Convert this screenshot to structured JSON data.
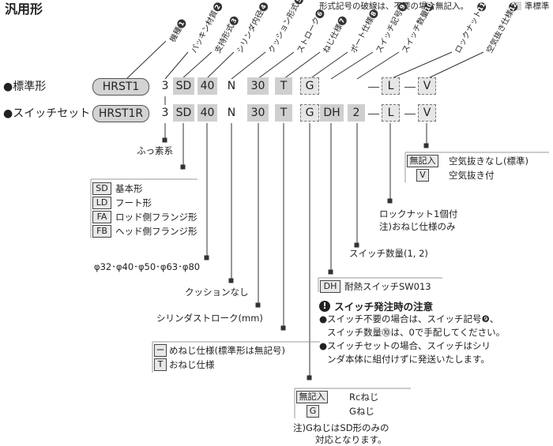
{
  "title": "汎用形",
  "note": "形式記号の破線は、不要の場合無記入。",
  "legend": "準標準",
  "headers": [
    {
      "label": "機種",
      "num": "1"
    },
    {
      "label": "パッキン材質",
      "num": "2"
    },
    {
      "label": "支持形式",
      "num": "3"
    },
    {
      "label": "シリンダ内径",
      "num": "4"
    },
    {
      "label": "クッション形式",
      "num": "5"
    },
    {
      "label": "ストローク",
      "num": "6"
    },
    {
      "label": "ねじ仕様",
      "num": "7"
    },
    {
      "label": "ポート仕様",
      "num": "8"
    },
    {
      "label": "スイッチ記号",
      "num": "9"
    },
    {
      "label": "スイッチ数量",
      "num": "10"
    },
    {
      "label": "ロックナット",
      "num": "11"
    },
    {
      "label": "空気抜き仕様",
      "num": "12"
    }
  ],
  "rows": [
    {
      "label": "●標準形",
      "model": "HRST1",
      "packing": "3",
      "support": "SD",
      "bore": "40",
      "cushion": "N",
      "stroke": "30",
      "thread": "T",
      "port": "G",
      "switch": "",
      "qty": "",
      "locknut": "L",
      "air": "V"
    },
    {
      "label": "●スイッチセット",
      "model": "HRST1R",
      "packing": "3",
      "support": "SD",
      "bore": "40",
      "cushion": "N",
      "stroke": "30",
      "thread": "T",
      "port": "G",
      "switch": "DH",
      "qty": "2",
      "locknut": "L",
      "air": "V"
    }
  ],
  "packing_desc": "ふっ素系",
  "support_options": [
    {
      "code": "SD",
      "desc": "基本形"
    },
    {
      "code": "LD",
      "desc": "フート形"
    },
    {
      "code": "FA",
      "desc": "ロッド側フランジ形"
    },
    {
      "code": "FB",
      "desc": "ヘッド側フランジ形"
    }
  ],
  "bore_desc": "φ32･φ40･φ50･φ63･φ80",
  "cushion_desc": "クッションなし",
  "stroke_desc": "シリンダストローク(mm)",
  "thread_options": [
    {
      "code": "ー",
      "desc": "めねじ仕様(標準形は無記号)"
    },
    {
      "code": "T",
      "desc": "おねじ仕様"
    }
  ],
  "port_options": [
    {
      "code": "無記入",
      "desc": "Rcねじ"
    },
    {
      "code": "G",
      "desc": "Gねじ"
    }
  ],
  "port_note_1": "注)GねじはSD形のみの",
  "port_note_2": "対応となります。",
  "switch_option": {
    "code": "DH",
    "desc": "耐熱スイッチSW013"
  },
  "switch_warning": {
    "title": "スイッチ発注時の注意",
    "items": [
      "●スイッチ不要の場合は、スイッチ記号❾、",
      "スイッチ数量⓾は、0で手配してください。",
      "●スイッチセットの場合、スイッチはシリ",
      "ンダ本体に組付けずに発送いたします。"
    ]
  },
  "qty_desc": "スイッチ数量(1, 2)",
  "locknut_desc_1": "ロックナット1個付",
  "locknut_desc_2": "注)おねじ仕様のみ",
  "air_options": [
    {
      "code": "無記入",
      "desc": "空気抜きなし(標準)"
    },
    {
      "code": "V",
      "desc": "空気抜き付"
    }
  ],
  "colors": {
    "standard_fill": "#cfcfcf",
    "semi_standard_fill": "#e6e6e6",
    "text": "#222222"
  }
}
